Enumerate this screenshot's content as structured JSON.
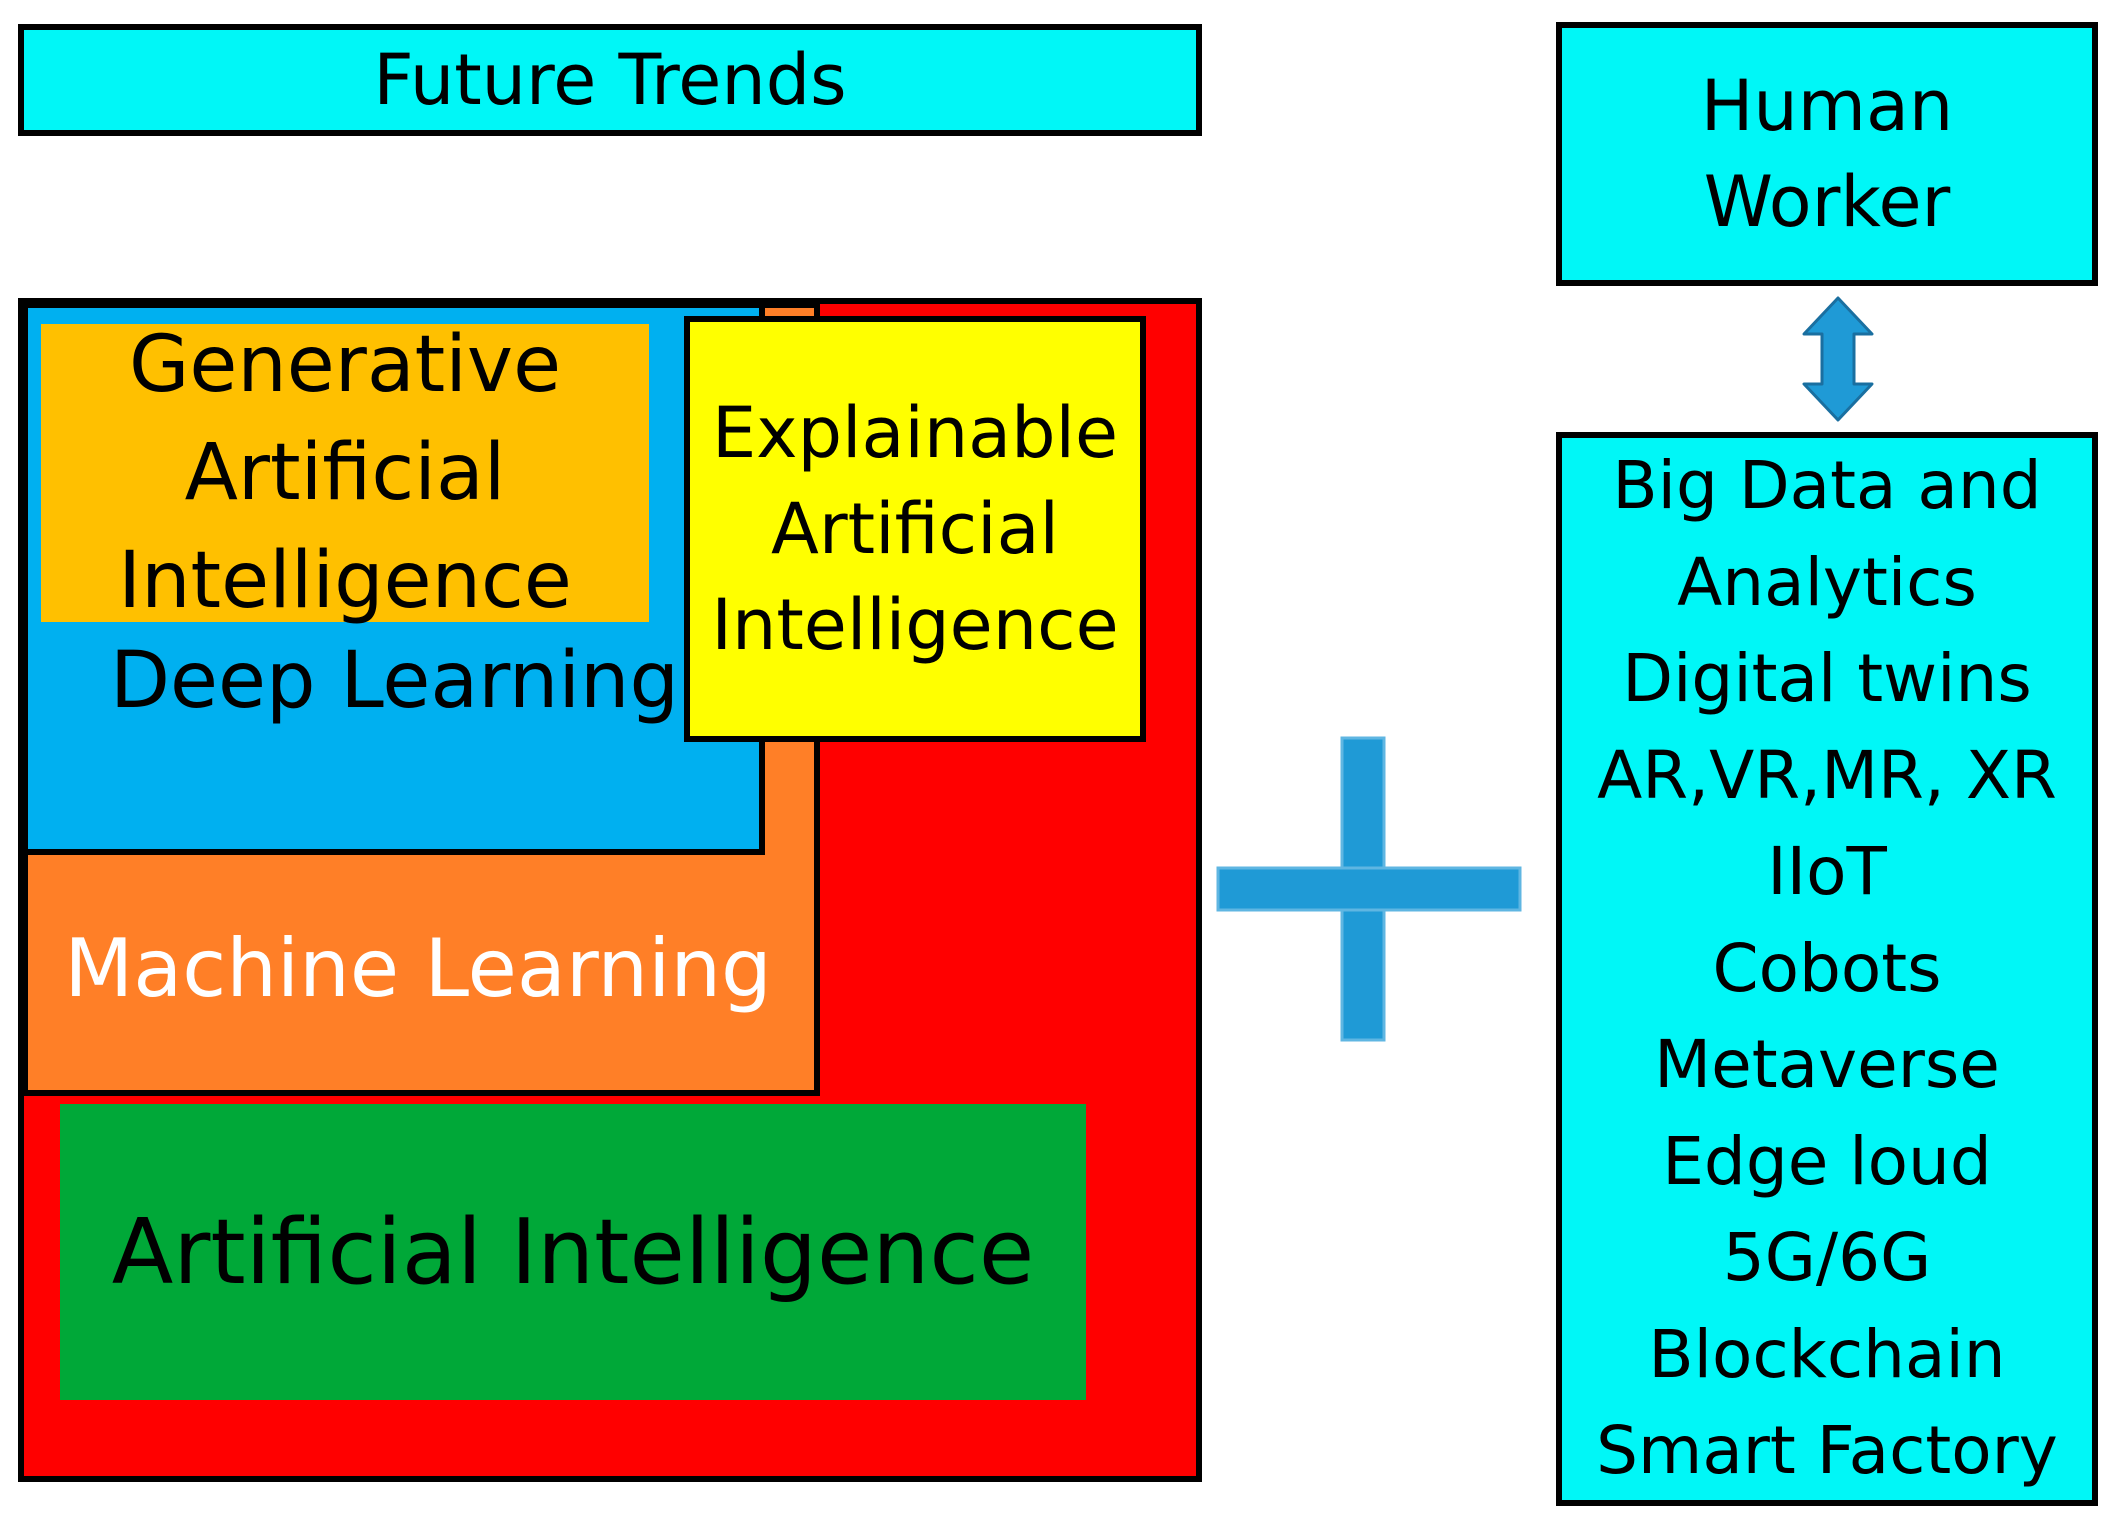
{
  "title": "Future Trends",
  "nested": {
    "artificial_intelligence": "Artificial Intelligence",
    "machine_learning": "Machine Learning",
    "deep_learning": "Deep Learning",
    "generative_ai": [
      "Generative",
      "Artificial",
      "Intelligence"
    ],
    "explainable_ai": [
      "Explainable",
      "Artificial",
      "Intelligence"
    ]
  },
  "human": [
    "Human",
    "Worker"
  ],
  "technologies": [
    "Big Data and",
    "Analytics",
    "Digital twins",
    "AR,VR,MR, XR",
    "IIoT",
    "Cobots",
    "Metaverse",
    "Edge loud",
    "5G/6G",
    "Blockchain",
    "Smart Factory"
  ],
  "icons": {
    "arrow": "double-vertical-arrow-icon",
    "plus": "plus-icon"
  },
  "colors": {
    "cyan": "#00F7F7",
    "red": "#FF0000",
    "orange": "#FF7F27",
    "blue": "#00B0F0",
    "gold": "#FFC000",
    "yellow": "#FFFF00",
    "green": "#00A838",
    "accent_blue": "#1F9AD6"
  }
}
